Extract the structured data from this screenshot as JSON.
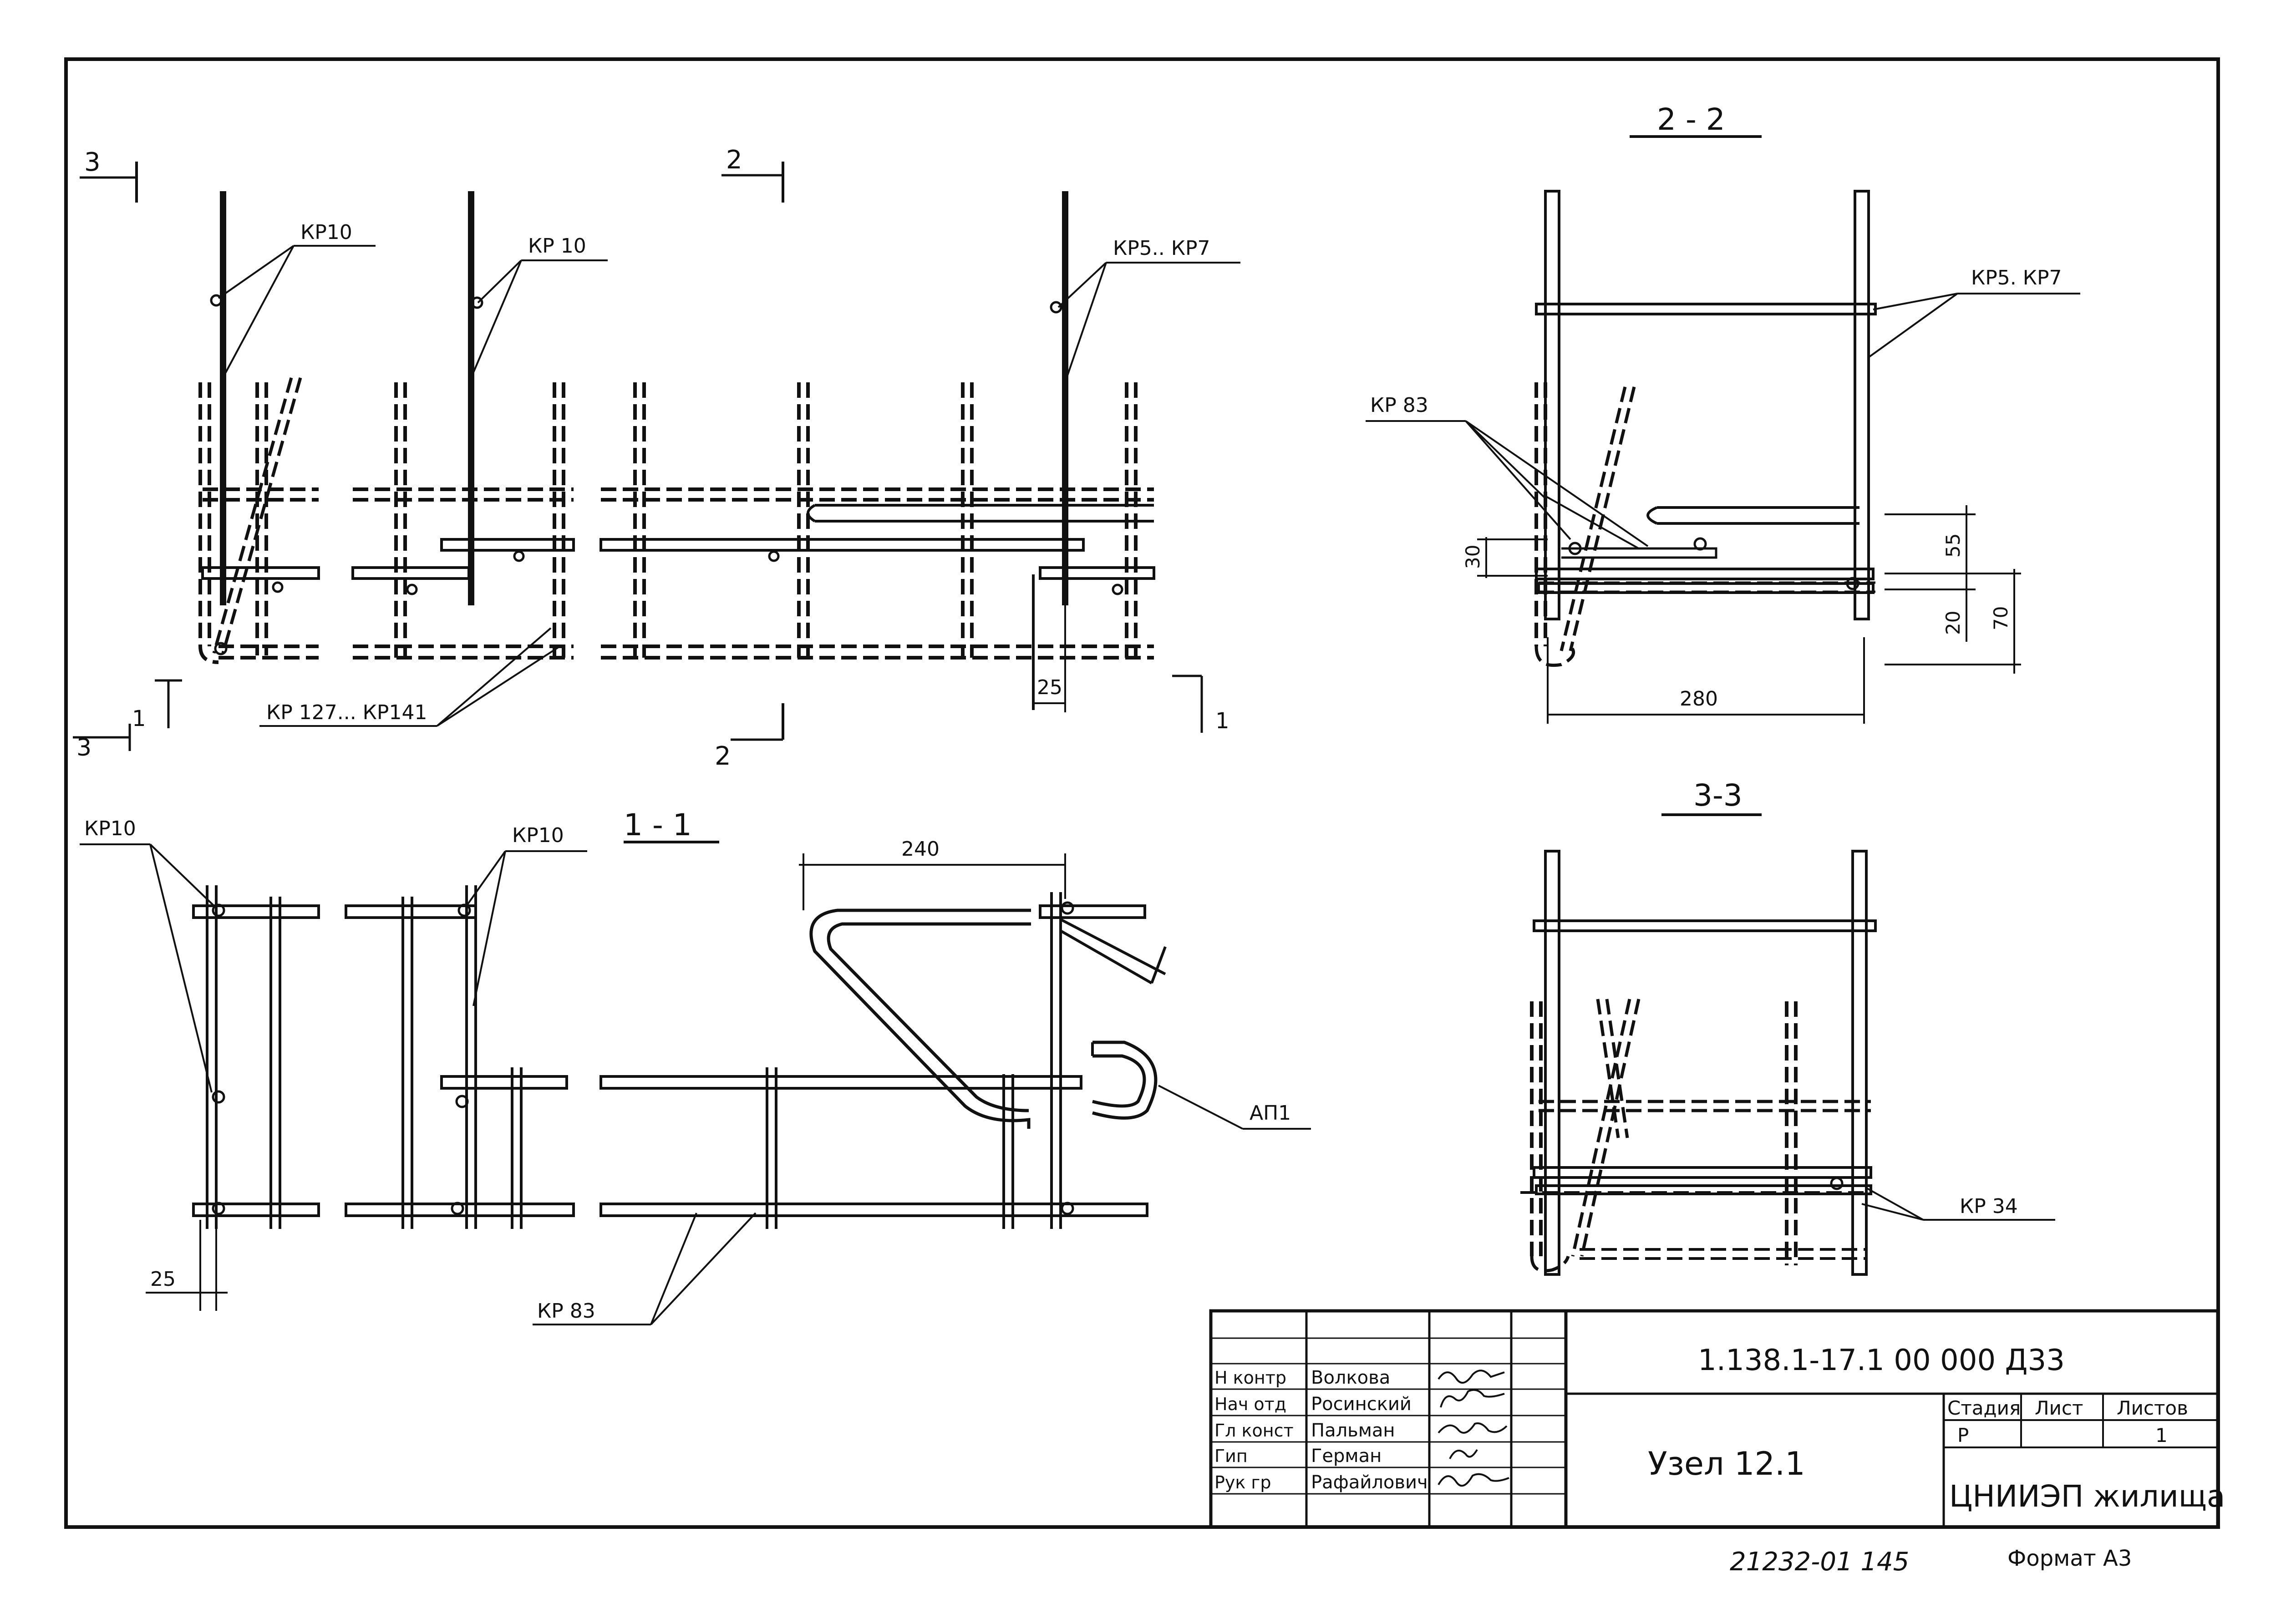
{
  "section_marks": {
    "s1": "1",
    "s2": "2",
    "s3": "3"
  },
  "views": {
    "v11": "1 - 1",
    "v22": "2 - 2",
    "v33": "3-3"
  },
  "labels": {
    "kp10": "КР10",
    "kp10_spaced": "КР 10",
    "kp5_kp7_plan": "КР5.. КР7",
    "kp5_kp7_section": "КР5. КР7",
    "kp127_141": "КР 127... КР141",
    "kp83": "КР 83",
    "ap1": "АП1",
    "kp34": "КР 34"
  },
  "dimensions": {
    "d25": "25",
    "d240": "240",
    "d280": "280",
    "d30": "30",
    "d55": "55",
    "d20": "20",
    "d70": "70"
  },
  "title_block": {
    "designation": "1.138.1-17.1  00 000 Д33",
    "title": "Узел 12.1",
    "organization": "ЦНИИЭП жилища",
    "headers": {
      "stage": "Стадия",
      "sheet": "Лист",
      "sheets": "Листов"
    },
    "stage": "Р",
    "sheet": "",
    "sheets_total": "1",
    "roles": [
      {
        "role": "Н контр",
        "name": "Волкова"
      },
      {
        "role": "Нач отд",
        "name": "Росинский"
      },
      {
        "role": "Гл конст",
        "name": "Пальман"
      },
      {
        "role": "Гип",
        "name": "Герман"
      },
      {
        "role": "Рук гр",
        "name": "Рафайлович"
      }
    ]
  },
  "footer": {
    "inventory_number": "21232-01  145",
    "format": "Формат А3"
  }
}
